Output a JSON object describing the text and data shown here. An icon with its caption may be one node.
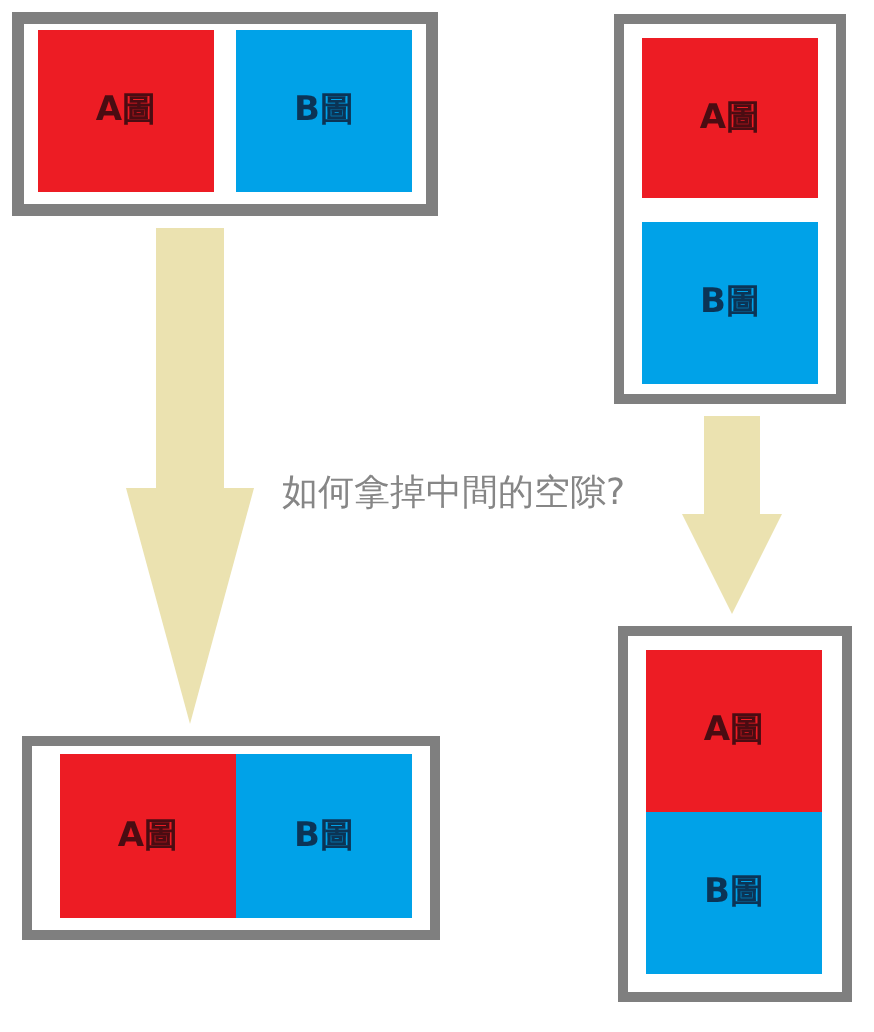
{
  "diagram": {
    "nodes": [
      {
        "text": [],
        "shape": "box"
      },
      {
        "text": [
          "A圖"
        ],
        "in": 0
      },
      {
        "text": [
          "B圖"
        ],
        "in": 0
      },
      {
        "text": [],
        "shape": "box"
      },
      {
        "text": [
          "A圖"
        ],
        "in": 3
      },
      {
        "text": [
          "B圖"
        ],
        "in": 3
      },
      {
        "text": [],
        "shape": "box"
      },
      {
        "text": [
          "A圖"
        ],
        "in": 6
      },
      {
        "text": [
          "B圖"
        ],
        "in": 6
      },
      {
        "text": [],
        "shape": "box"
      },
      {
        "text": [
          "A圖"
        ],
        "in": 9
      },
      {
        "text": [
          "B圖"
        ],
        "in": 9
      }
    ],
    "edges": [
      {
        "from": 0,
        "to": 6,
        "arrow": "to"
      },
      {
        "from": 3,
        "to": 9,
        "arrow": "to"
      }
    ],
    "labels": [
      "如何拿掉中間的空隙?"
    ]
  }
}
